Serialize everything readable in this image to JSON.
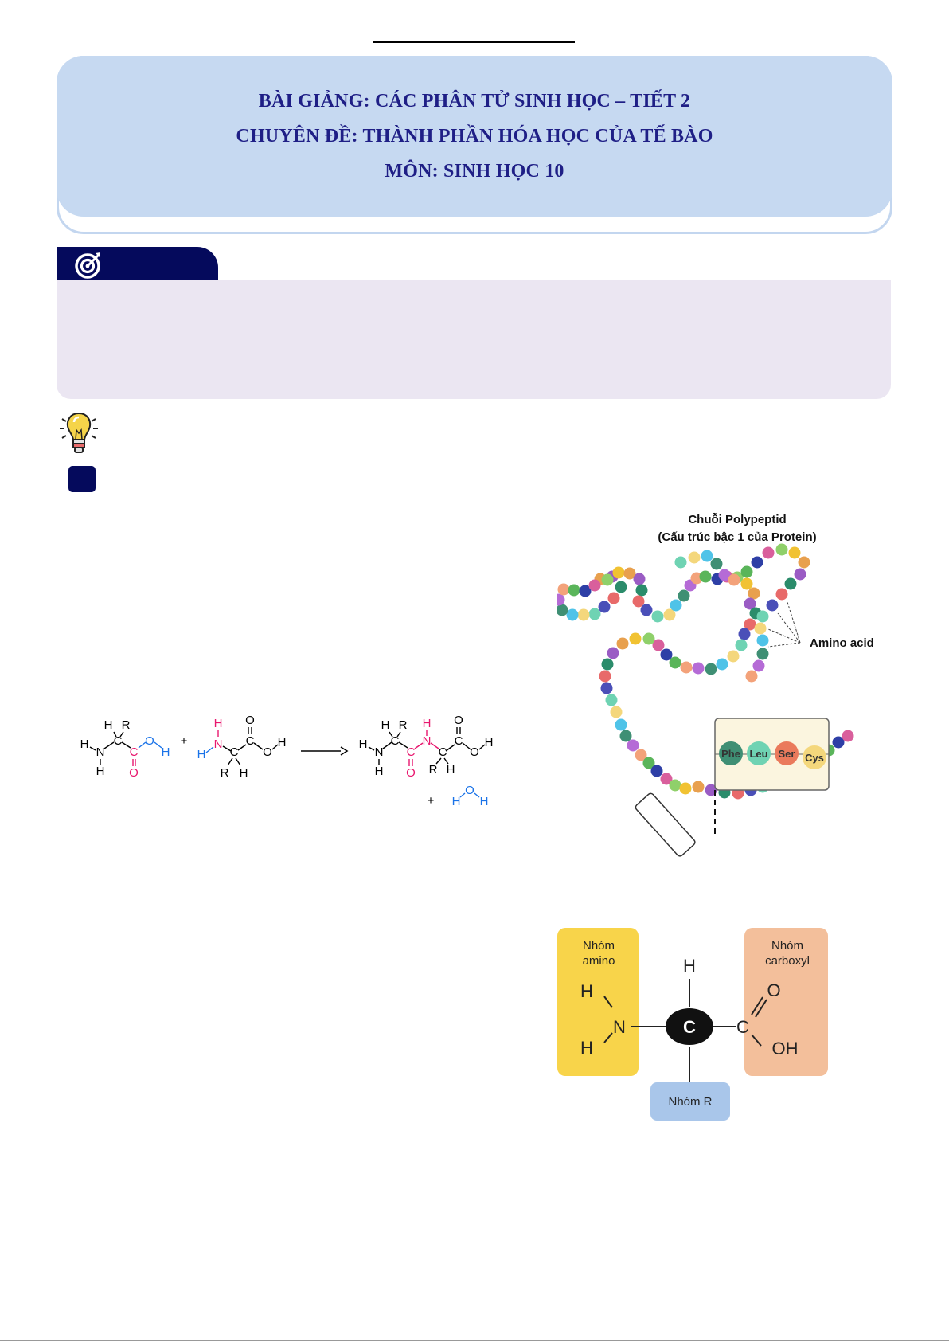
{
  "header": {
    "line1": "BÀI GIẢNG: CÁC PHÂN TỬ SINH HỌC – TIẾT 2",
    "line2": "CHUYÊN ĐỀ: THÀNH PHẦN HÓA HỌC CỦA TẾ BÀO",
    "line3": "MÔN: SINH HỌC 10"
  },
  "reaction": {
    "plus": "+",
    "water_plus": "+",
    "atoms": {
      "H": "H",
      "N": "N",
      "R": "R",
      "C": "C",
      "O": "O"
    }
  },
  "polypeptide": {
    "title1": "Chuỗi Polypeptid",
    "title2": "(Cấu trúc bậc 1 của Protein)",
    "amino_label": "Amino acid",
    "residues": [
      "Phe",
      "Leu",
      "Ser",
      "Cys"
    ]
  },
  "amino_structure": {
    "amino_group": "Nhóm",
    "amino_group2": "amino",
    "carboxyl_group": "Nhóm",
    "carboxyl_group2": "carboxyl",
    "r_group": "Nhóm R",
    "center": "C",
    "h_top": "H",
    "n": "N",
    "h1": "H",
    "h2": "H",
    "c2": "C",
    "o": "O",
    "oh": "OH"
  },
  "colors": {
    "header_bg": "#c6d9f1",
    "header_text": "#1f1f86",
    "navy": "#050a5c",
    "panel_bg": "#ebe6f2",
    "pink": "#e8176e",
    "blue": "#1a73e8",
    "amino_yellow": "#f8d44a",
    "carboxyl_peach": "#f3bf9b",
    "r_blue": "#a9c6ea"
  },
  "icons": [
    "target-icon",
    "lightbulb-icon"
  ]
}
